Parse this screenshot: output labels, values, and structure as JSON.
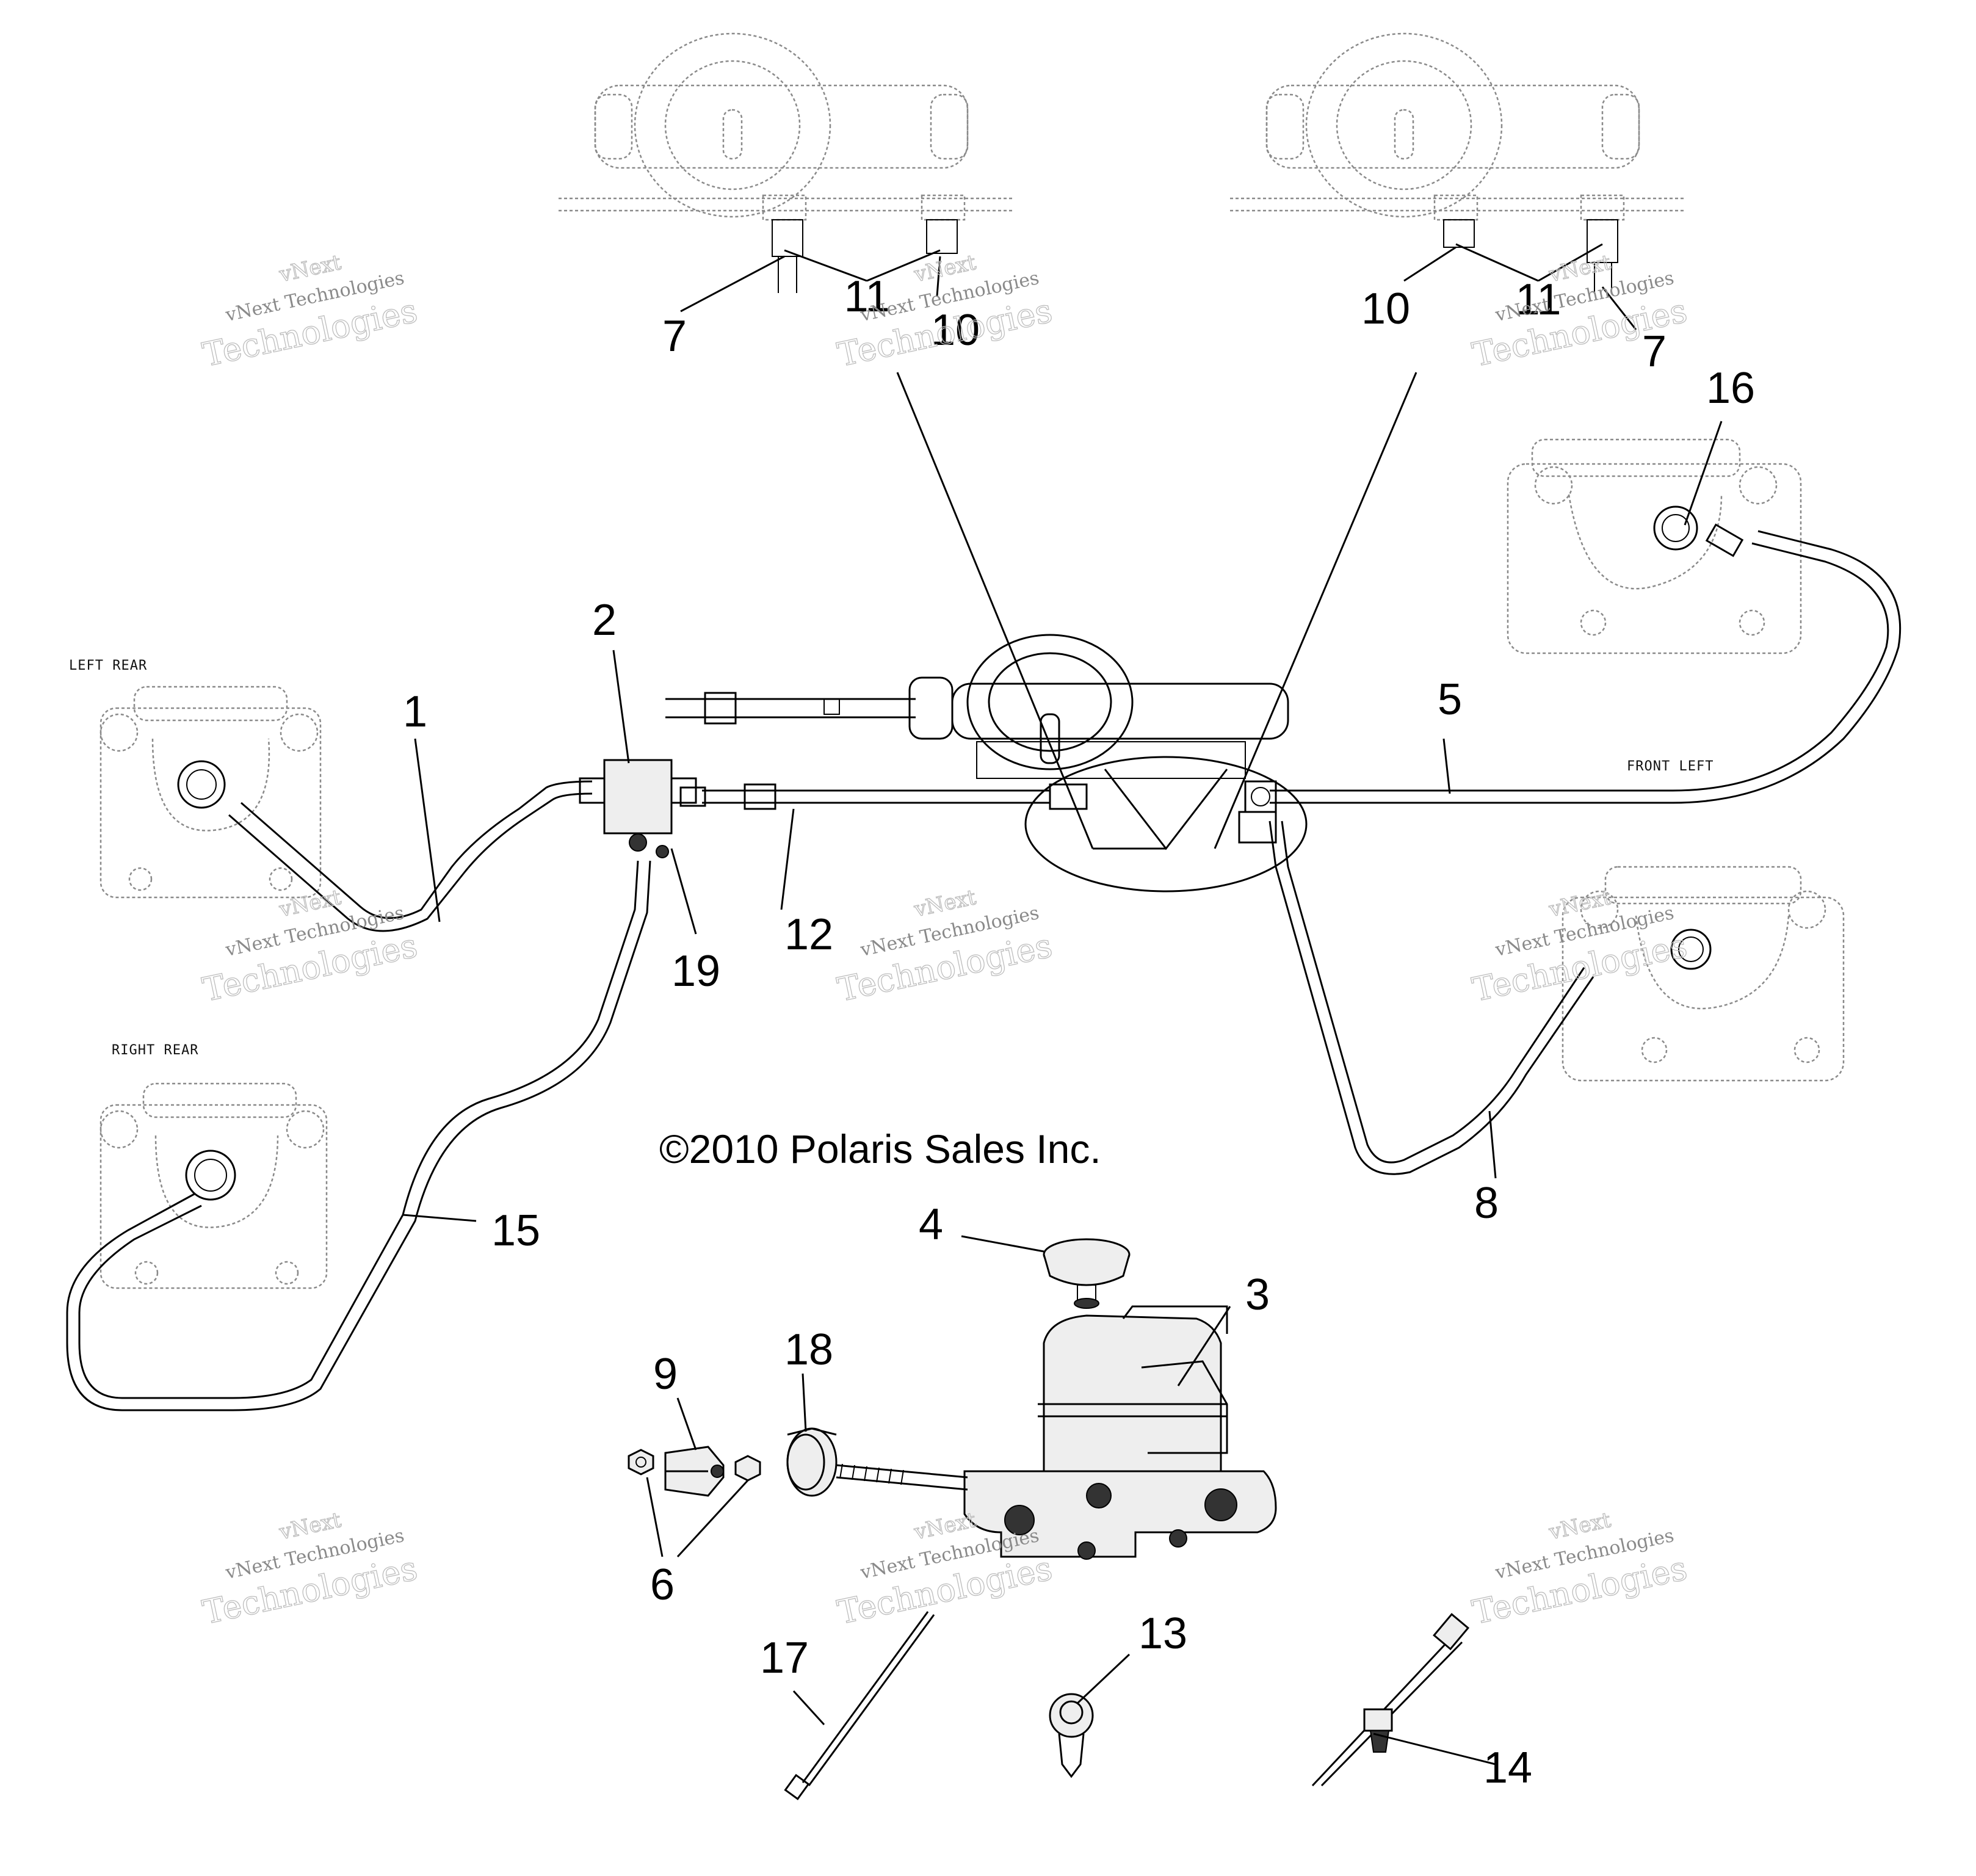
{
  "callouts": {
    "c1": "1",
    "c2": "2",
    "c3": "3",
    "c4": "4",
    "c5": "5",
    "c6": "6",
    "c7a": "7",
    "c7b": "7",
    "c8": "8",
    "c9": "9",
    "c10a": "10",
    "c10b": "10",
    "c11a": "11",
    "c11b": "11",
    "c12": "12",
    "c13": "13",
    "c14": "14",
    "c15": "15",
    "c16": "16",
    "c17": "17",
    "c18": "18",
    "c19": "19"
  },
  "labels": {
    "left_rear": "LEFT REAR",
    "right_rear": "RIGHT REAR",
    "front_left": "FRONT LEFT"
  },
  "copyright": "©2010 Polaris Sales Inc.",
  "watermark": {
    "line1": "vNext",
    "line2": "vNext Technologies",
    "line3": "Technologies"
  },
  "colors": {
    "ink": "#000000",
    "ghost": "#8a8a8a",
    "watermark": "#bdbdbd",
    "background": "#ffffff"
  }
}
